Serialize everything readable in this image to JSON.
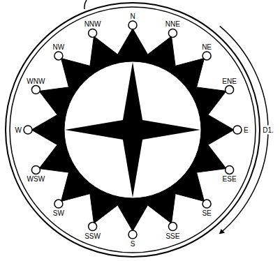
{
  "diagram": {
    "labels": [
      "N",
      "NNE",
      "NE",
      "ENE",
      "E",
      "ESE",
      "SE",
      "SSE",
      "S",
      "SSW",
      "SW",
      "WSW",
      "W",
      "WNW",
      "NW",
      "NNW",
      "D1."
    ]
  }
}
